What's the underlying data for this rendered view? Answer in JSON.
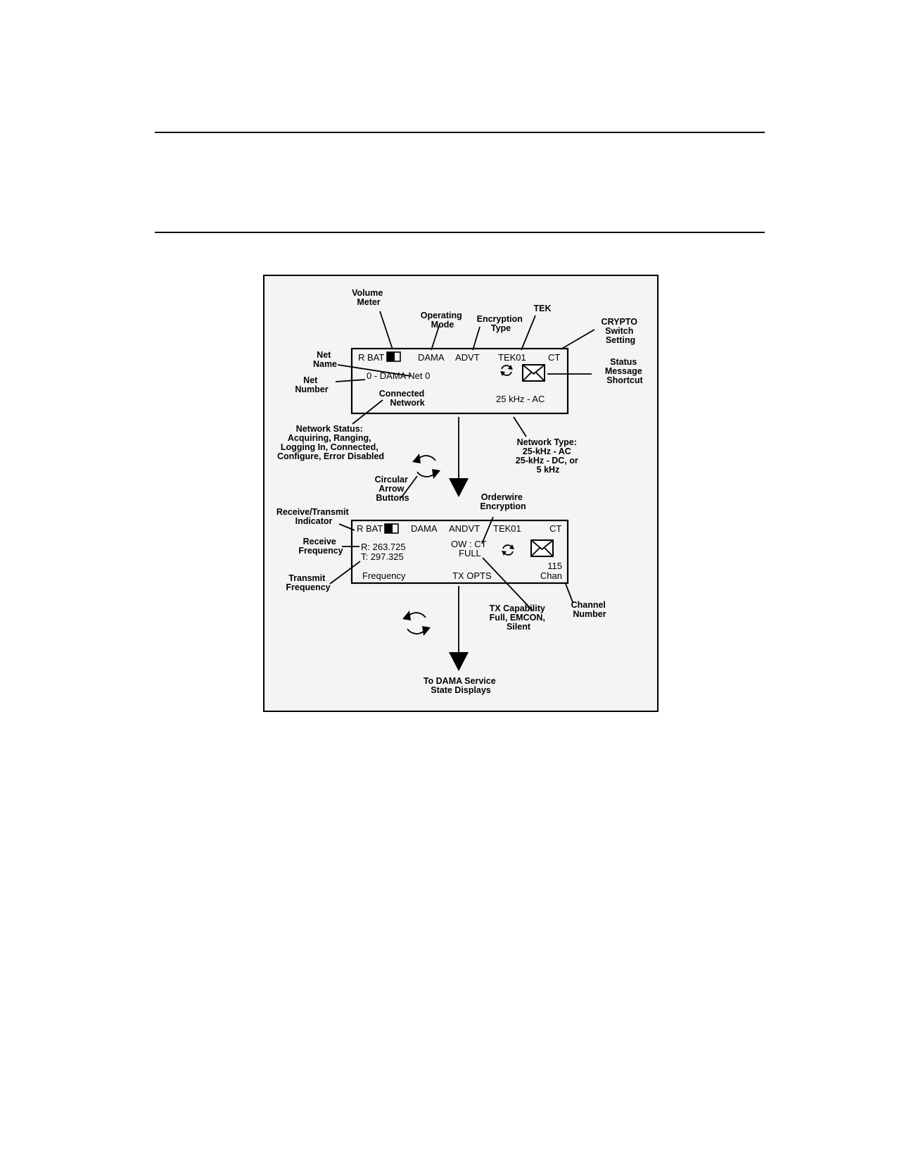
{
  "callouts": {
    "volume_meter": [
      "Volume",
      "Meter"
    ],
    "operating_mode": [
      "Operating",
      "Mode"
    ],
    "encryption_type": [
      "Encryption",
      "Type"
    ],
    "tek": [
      "TEK"
    ],
    "crypto_switch": [
      "CRYPTO",
      "Switch",
      "Setting"
    ],
    "net_name": [
      "Net",
      "Name"
    ],
    "net_number": [
      "Net",
      "Number"
    ],
    "status_message": [
      "Status",
      "Message",
      "Shortcut"
    ],
    "network_status": [
      "Network Status:",
      "Acquiring, Ranging,",
      "Logging In, Connected,",
      "Configure, Error Disabled"
    ],
    "network_type": [
      "Network Type:",
      "25-kHz -  AC",
      "25-kHz - DC, or",
      "5 kHz"
    ],
    "circular_arrow": [
      "Circular",
      "Arrow",
      "Buttons"
    ],
    "orderwire_encryption": [
      "Orderwire",
      "Encryption"
    ],
    "rx_tx_indicator": [
      "Receive/Transmit",
      "Indicator"
    ],
    "receive_frequency": [
      "Receive",
      "Frequency"
    ],
    "transmit_frequency": [
      "Transmit",
      "Frequency"
    ],
    "tx_capability": [
      "TX Capability",
      "Full, EMCON,",
      "Silent"
    ],
    "channel_number": [
      "Channel",
      "Number"
    ],
    "to_dama": [
      "To DAMA Service",
      "State Displays"
    ]
  },
  "display1": {
    "rbat": "R BAT",
    "mode": "DAMA",
    "encryption": "ADVT",
    "tek": "TEK01",
    "crypto": "CT",
    "net": "0 - DAMA Net 0",
    "status": [
      "Connected",
      "Network"
    ],
    "net_type": "25 kHz - AC"
  },
  "display2": {
    "rbat": "R BAT",
    "mode": "DAMA",
    "encryption": "ANDVT",
    "tek": "TEK01",
    "crypto": "CT",
    "rx": "R: 263.725",
    "tx": "T: 297.325",
    "ow": "OW : CT",
    "txcap": "FULL",
    "channel": "115",
    "chan_label": "Chan",
    "softkey1": "Frequency",
    "softkey2": "TX OPTS"
  },
  "icons": [
    "volume-meter-icon",
    "circular-arrow-icon",
    "envelope-icon",
    "down-arrow-icon"
  ]
}
